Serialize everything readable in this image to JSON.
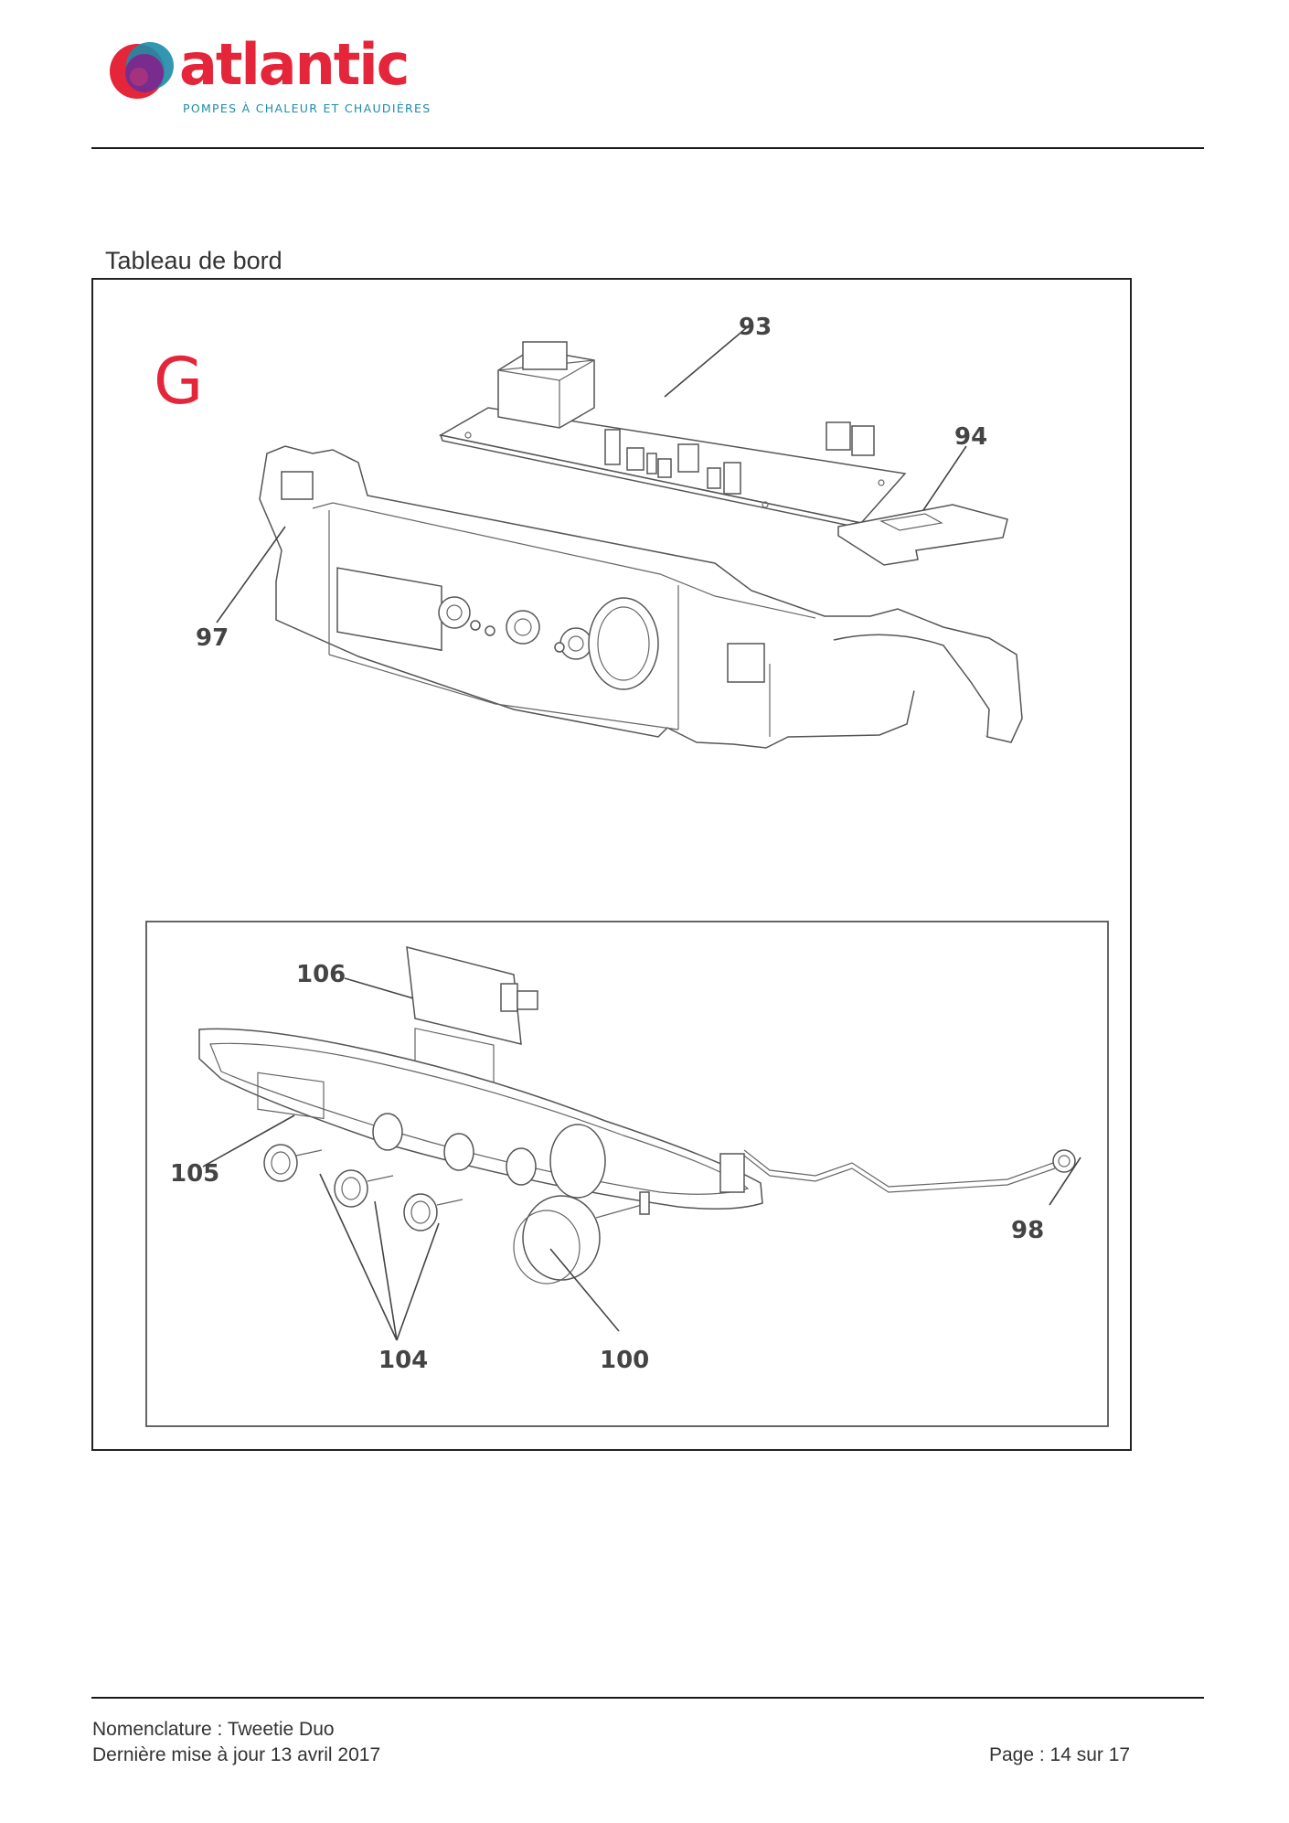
{
  "header": {
    "brand": "atlantic",
    "tagline": "POMPES À CHALEUR ET CHAUDIÈRES",
    "colors": {
      "brand_red": "#e5253a",
      "brand_blue": "#1d8ca8",
      "brand_purple": "#7a2c8e"
    }
  },
  "section": {
    "title": "Tableau de bord",
    "figure_letter": "G",
    "letter_color": "#e5253a"
  },
  "parts": {
    "p93": "93",
    "p94": "94",
    "p97": "97",
    "p106": "106",
    "p105": "105",
    "p98": "98",
    "p104": "104",
    "p100": "100"
  },
  "footer": {
    "line1": "Nomenclature : Tweetie Duo",
    "line2": "Dernière mise à jour 13 avril 2017",
    "page": "Page : 14 sur 17"
  }
}
